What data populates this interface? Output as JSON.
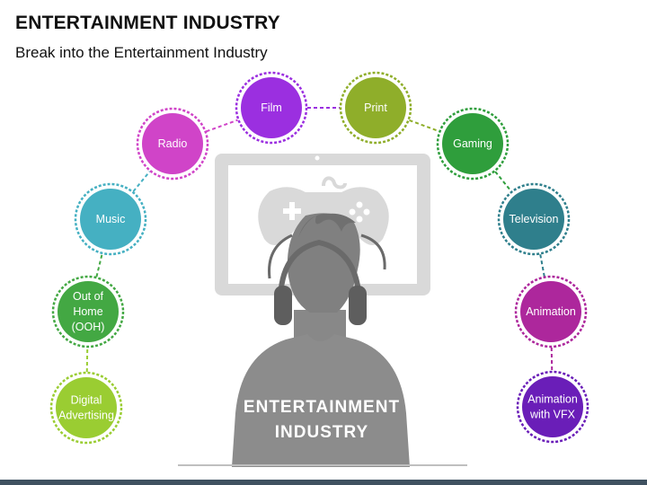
{
  "header": {
    "title": "ENTERTAINMENT INDUSTRY",
    "subtitle": "Break into the Entertainment Industry"
  },
  "center": {
    "label_line1": "ENTERTAINMENT",
    "label_line2": "INDUSTRY"
  },
  "nodes": [
    {
      "id": "digital-advertising",
      "lines": [
        "Digital",
        "Advertising"
      ],
      "color": "#9acd32"
    },
    {
      "id": "out-of-home",
      "lines": [
        "Out of",
        "Home",
        "(OOH)"
      ],
      "color": "#43a843"
    },
    {
      "id": "music",
      "lines": [
        "Music"
      ],
      "color": "#45b0c2"
    },
    {
      "id": "radio",
      "lines": [
        "Radio"
      ],
      "color": "#d044c8"
    },
    {
      "id": "film",
      "lines": [
        "Film"
      ],
      "color": "#9b2fe0"
    },
    {
      "id": "print",
      "lines": [
        "Print"
      ],
      "color": "#8fae2a"
    },
    {
      "id": "gaming",
      "lines": [
        "Gaming"
      ],
      "color": "#2f9e3c"
    },
    {
      "id": "television",
      "lines": [
        "Television"
      ],
      "color": "#2f7f8c"
    },
    {
      "id": "animation",
      "lines": [
        "Animation"
      ],
      "color": "#ad279c"
    },
    {
      "id": "animation-vfx",
      "lines": [
        "Animation",
        "with VFX"
      ],
      "color": "#6a1eb8"
    }
  ]
}
